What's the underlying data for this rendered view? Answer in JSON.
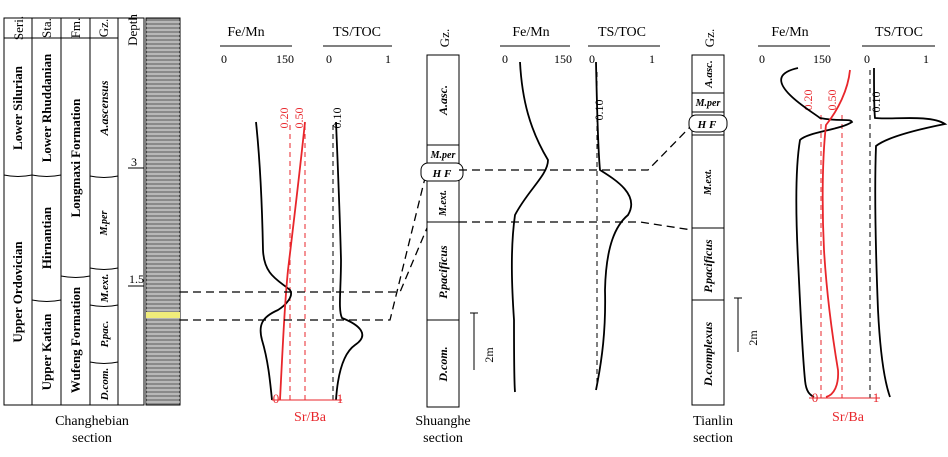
{
  "colors": {
    "ink": "#000000",
    "red": "#e8262b",
    "yellow": "#f0ec7a",
    "core": "#8a8a8a"
  },
  "changhebian": {
    "headers": {
      "seri": "Seri.",
      "sta": "Sta.",
      "fm": "Fm.",
      "gz": "Gz.",
      "depth": "Depth"
    },
    "series": {
      "lower_silurian": "Lower Silurian",
      "upper_ordovician": "Upper Ordovician"
    },
    "stages": {
      "rhuddanian": "Lower Rhuddanian",
      "hirnantian": "Hirnantian",
      "katian": "Upper Katian"
    },
    "formations": {
      "longmaxi": "Longmaxi Formation",
      "wufeng": "Wufeng Formation"
    },
    "zones": {
      "a_asc": "A.ascensus",
      "m_per": "M.per",
      "m_ext": "M.ext.",
      "p_pac": "P.pac.",
      "d_com": "D.com."
    },
    "depth_ticks": {
      "t3": "3",
      "t15": "1.5"
    },
    "label": {
      "line1": "Changhebian",
      "line2": "section"
    }
  },
  "plots": {
    "fe_mn_title": "Fe/Mn",
    "ts_toc_title": "TS/TOC",
    "fe_mn_ticks": {
      "min": "0",
      "max": "150"
    },
    "ts_toc_ticks": {
      "min": "0",
      "max": "1"
    },
    "sr_ba_refs": {
      "r020": "0.20",
      "r050": "0.50"
    },
    "ts_toc_ref": "0.10",
    "sr_ba_title": "Sr/Ba",
    "sr_ba_ticks": {
      "min": "0",
      "max": "1"
    }
  },
  "shuanghe": {
    "gz": "Gz.",
    "zones": {
      "a_asc": "A.asc.",
      "m_per": "M.per",
      "hf": "H F",
      "m_ext": "M.ext.",
      "p_pac": "P.pacificus",
      "d_com": "D.com."
    },
    "scale": "2m",
    "label": {
      "line1": "Shuanghe",
      "line2": "section"
    }
  },
  "tianlin": {
    "gz": "Gz.",
    "zones": {
      "a_asc": "A.asc.",
      "m_per": "M.per",
      "hf": "H F",
      "m_ext": "M.ext.",
      "p_pac": "P.pacificus",
      "d_com": "D.complexus"
    },
    "scale": "2m",
    "label": {
      "line1": "Tianlin",
      "line2": "section"
    }
  }
}
